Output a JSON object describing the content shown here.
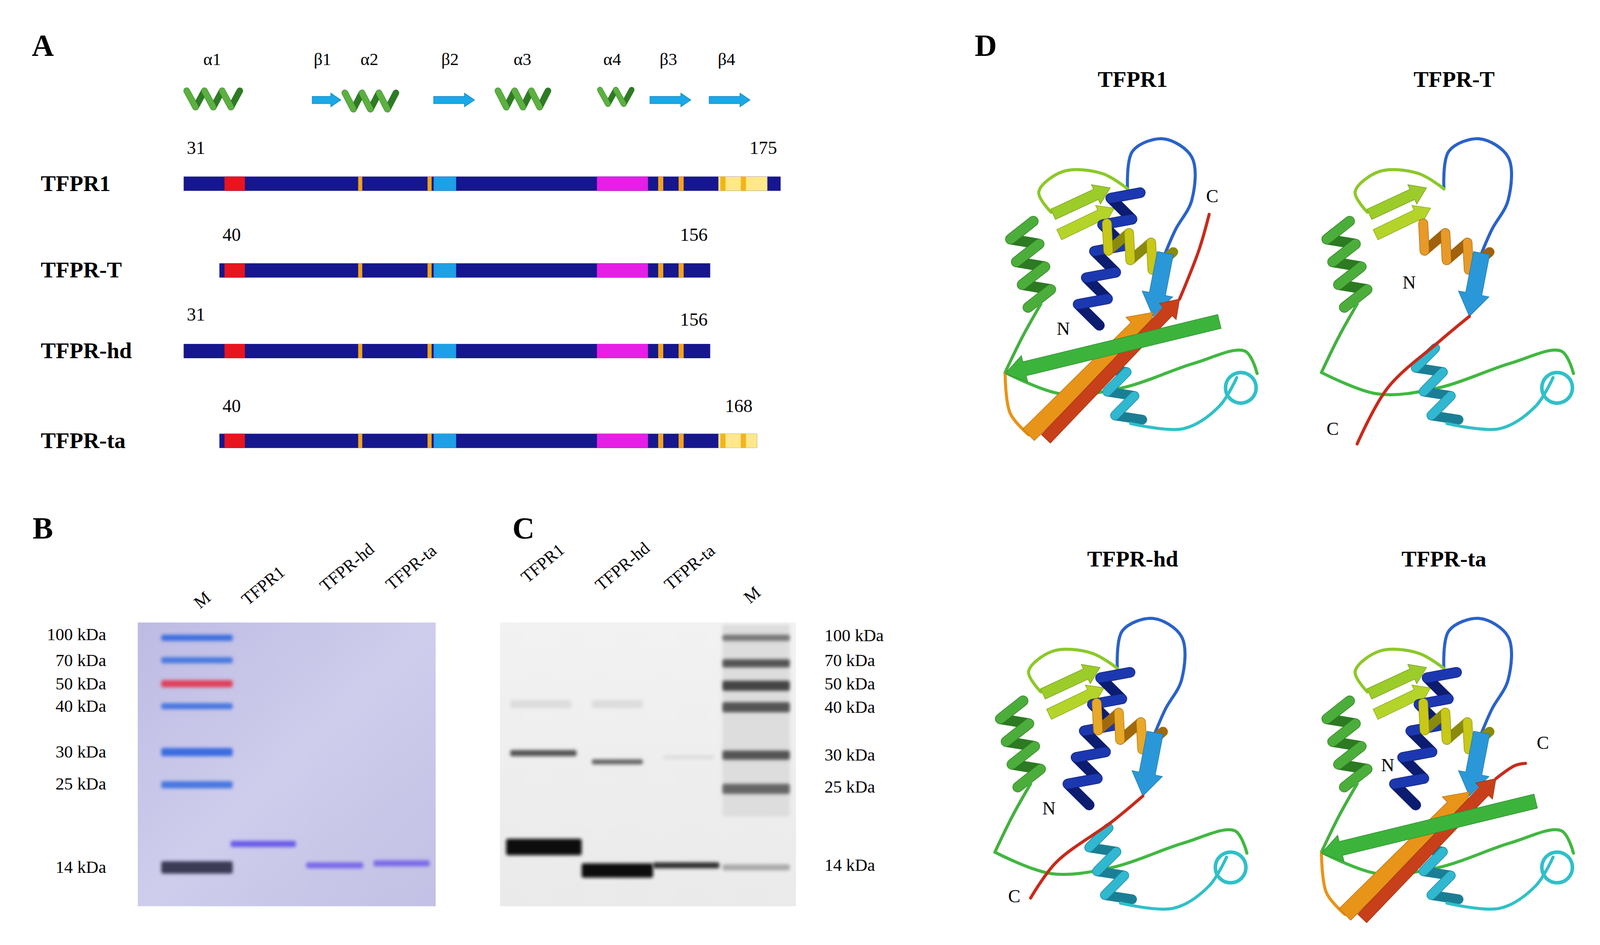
{
  "diagram": {
    "labels": [
      "A",
      "α1",
      "β1",
      "α2",
      "β2",
      "α3",
      "α4",
      "β3",
      "β4",
      "31",
      "175",
      "TFPR1",
      "40",
      "156",
      "TFPR-T",
      "31",
      "156",
      "TFPR-hd",
      "40",
      "168",
      "TFPR-ta",
      "B",
      "M",
      "TFPR1",
      "TFPR-hd",
      "TFPR-ta",
      "100 kDa",
      "70 kDa",
      "50 kDa",
      "40 kDa",
      "30 kDa",
      "25 kDa",
      "14 kDa",
      "C",
      "TFPR1",
      "TFPR-hd",
      "TFPR-ta",
      "M",
      "100 kDa",
      "70 kDa",
      "50 kDa",
      "40 kDa",
      "30 kDa",
      "25 kDa",
      "14 kDa",
      "D",
      "TFPR1",
      "C",
      "N",
      "TFPR-T",
      "N",
      "C",
      "TFPR-hd",
      "N",
      "C",
      "TFPR-ta",
      "N",
      "C"
    ]
  }
}
